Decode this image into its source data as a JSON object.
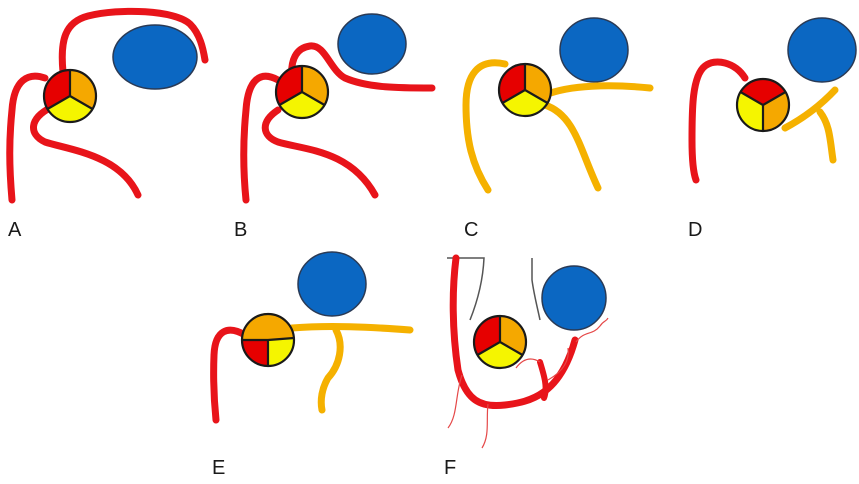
{
  "colors": {
    "red": "#e8141a",
    "orange": "#f5b100",
    "yellow": "#f7f700",
    "cusp_red": "#e60000",
    "cusp_orange": "#f5a800",
    "cusp_yellow": "#f5f500",
    "blue": "#0b67c2",
    "blue_stroke": "#2a3a55",
    "outline": "#1a1a1a",
    "wire": "#555555",
    "thin_red": "#e54848"
  },
  "panels": [
    {
      "label": "A"
    },
    {
      "label": "B"
    },
    {
      "label": "C"
    },
    {
      "label": "D"
    },
    {
      "label": "E"
    },
    {
      "label": "F"
    }
  ]
}
